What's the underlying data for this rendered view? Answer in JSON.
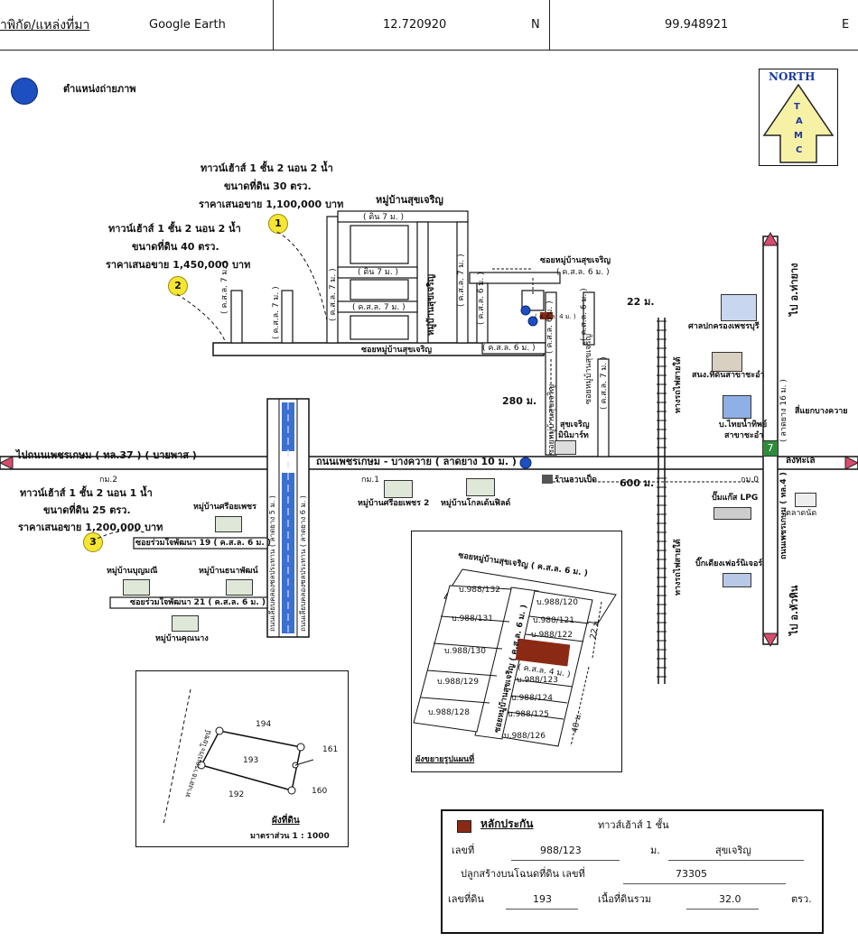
{
  "header": {
    "source_label": "าพิกัด/แหล่งที่มา",
    "source_value": "Google Earth",
    "latitude": "12.720920",
    "lat_dir": "N",
    "longitude": "99.948921",
    "lon_dir": "E"
  },
  "legend": {
    "photo_point_label": "ตำแหน่งถ่ายภาพ"
  },
  "north": {
    "title": "NORTH",
    "letters": [
      "T",
      "A",
      "M",
      "C"
    ]
  },
  "comparables": [
    {
      "num": "1",
      "lines": [
        "ทาวน์เฮ้าส์ 1 ชั้น 2 นอน 2 น้ำ",
        "ขนาดที่ดิน 30 ตรว.",
        "ราคาเสนอขาย 1,100,000  บาท"
      ]
    },
    {
      "num": "2",
      "lines": [
        "ทาวน์เฮ้าส์ 1 ชั้น 2 นอน 2 น้ำ",
        "ขนาดที่ดิน 40 ตรว.",
        "ราคาเสนอขาย 1,450,000  บาท"
      ]
    },
    {
      "num": "3",
      "lines": [
        "ทาวน์เฮ้าส์ 1 ชั้น 2 นอน 1 น้ำ",
        "ขนาดที่ดิน 25 ตรว.",
        "ราคาเสนอขาย 1,200,000  บาท"
      ]
    }
  ],
  "map_labels": {
    "village_sukcharoen": "หมู่บ้านสุขเจริญ",
    "dirt7_a": "( ดิน 7 ม. )",
    "dirt7_b": "( ดิน 7 ม. )",
    "kor7_a": "( ค.ส.ล. 7 ม. )",
    "kor7_b": "( ค.ส.ล. 7 ม. )",
    "kor7_c": "( ค.ส.ล. 7 ม. )",
    "kor7_d": "( ค.ส.ล. 7 ม. )",
    "kor7_e": "( ค.ส.ล. 7 ม. )",
    "kor6_a": "( ค.ส.ล. 6 ม. )",
    "kor6_b": "( ค.ส.ล. 6 ม. )",
    "kor6_c": "( ค.ส.ล. 6 ม. )",
    "kor4": "( ค.ส.ล. 4 ม. )",
    "kor7_f": "( ค.ส.ล. 7 ม. )",
    "soi_sukcharoen_v": "หมู่บ้านสุขเจริญ",
    "soi_sukcharoen_main": "ซอยหมู่บ้านสุขเจริญ",
    "soi_sukcharoen_top": "ซอยหมู่บ้านสุขเจริญ",
    "soi_sukcharoen_top2": "( ค.ส.ล. 6 ม. )",
    "d22": "22 ม.",
    "d280": "280 ม.",
    "d600": "600 ม.",
    "sukcharoen_minimart": [
      "สุขเจริญ",
      "มินิมาร์ท"
    ],
    "soi_sukcharoen_v2": "ซอยหมู่บ้านสุขเจริญ",
    "kor7_g": "( ค.ส.ล. 7 ม. )",
    "soi_sukcharoen_v3": "ซอยหมู่บ้านสุขเจริญ",
    "court": "ศาลปกครองเพชรบุรี",
    "land_office": "สนง.ที่ดินสาขาชะอำ",
    "thai_water": [
      "บ.ไทยน้ำทิพย์",
      "สาขาชะอำ"
    ],
    "sri_yaek": "สี่แยกบางควาย",
    "to_tha_yang": "ไป อ.ท่ายาง",
    "asphalt16": "( ลาดยาง 16 ม. )",
    "phetkasem4": "ถนนเพชรเกษม ( ทล.4 )",
    "to_hua_hin": "ไป อ.หัวหิน",
    "to_phetkasem37": "ไปถนนเพชรเกษม ( ทล.37 ) ( บายพาส )",
    "main_road": "ถนนเพชรเกษม - บางควาย  ( ลาดยาง 10 ม. )",
    "km2": "กม.2",
    "km1": "กม.1",
    "km0": "กม.0",
    "rail": "ทางรถไฟสายใต้",
    "rail2": "ทางรถไฟสายใต้",
    "lap_shop": "ร้านลาบเป็ด",
    "lpg": "ปั๊มแก๊ส LPG",
    "lotus": "ลงทะเล",
    "market": "ตลาดนัด",
    "bigc": "บิ๊กเดียงเฟอร์นิเจอร์",
    "village_srioy2": "หมู่บ้านศรีอยเพชร 2",
    "village_golden": "หมู่บ้านโกลเด้นฟิลด์",
    "village_srioy": "หมู่บ้านศรีอยเพชร",
    "soi19": "ซอยร่วมใจพัฒนา 19  ( ค.ส.ล. 6 ม. )",
    "village_boonyamanee": "หมู่บ้านบุญมณี",
    "village_thanapat": "หมู่บ้านธนาพัฒน์",
    "soi21": "ซอยร่วมใจพัฒนา 21  ( ค.ส.ล. 6 ม. )",
    "village_khunnang": "หมู่บ้านคุณนาง",
    "canal_road_a": "ถนนเลียบคลองชลประทาน ( ลาดยาง 5 ม. )",
    "canal_road_b": "ถนนเลียบคลองชลประทาน ( ลาดยาง 6 ม. )"
  },
  "detail_plan": {
    "soi_top": "ซอยหมู่บ้านสุขเจริญ  ( ค.ส.ล. 6 ม. )",
    "soi_side": "ซอยหมู่บ้านสุขเจริญ ( ค.ส.ล. 6 ม. )",
    "soi_inner": "( ค.ส.ล. 4 ม. )",
    "left_plots": [
      "บ.988/132",
      "บ.988/131",
      "บ.988/130",
      "บ.988/129",
      "บ.988/128"
    ],
    "right_top_plots": [
      "บ.988/120",
      "บ.988/121",
      "บ.988/122"
    ],
    "right_bottom_plots": [
      "บ.988/123",
      "บ.988/124",
      "บ.988/125",
      "บ.988/126"
    ],
    "dim_22": "22 ม.",
    "dim_40": "40 ม.",
    "caption": "ผังขยายรูปแผนที่"
  },
  "site_plan": {
    "parcels": [
      "194",
      "193",
      "161",
      "160",
      "192"
    ],
    "road": "ทางสาธารณประโยชน์",
    "title": "ผังที่ดิน",
    "scale": "มาตราส่วน 1 : 1000"
  },
  "info_box": {
    "collateral_label": "หลักประกัน",
    "type": "ทาวส์เฮ้าส์   1  ชั้น",
    "house_no_label": "เลขที่",
    "house_no": "988/123",
    "moo_label": "ม.",
    "moo_value": "สุขเจริญ",
    "built_on_label": "ปลูกสร้างบนโฉนดที่ดิน เลขที่",
    "deed_no": "73305",
    "land_no_label": "เลขที่ดิน",
    "land_no": "193",
    "area_label": "เนื้อที่ดินรวม",
    "area_value": "32.0",
    "area_unit": "ตรว."
  },
  "colors": {
    "callout": "#f5e633",
    "north_fill": "#f7f1a6",
    "road_red": "#d94b6b",
    "canal_blue": "#3b6fd1",
    "photo_marker": "#1e4fc0",
    "collateral_hatch": "#8a2a14"
  }
}
